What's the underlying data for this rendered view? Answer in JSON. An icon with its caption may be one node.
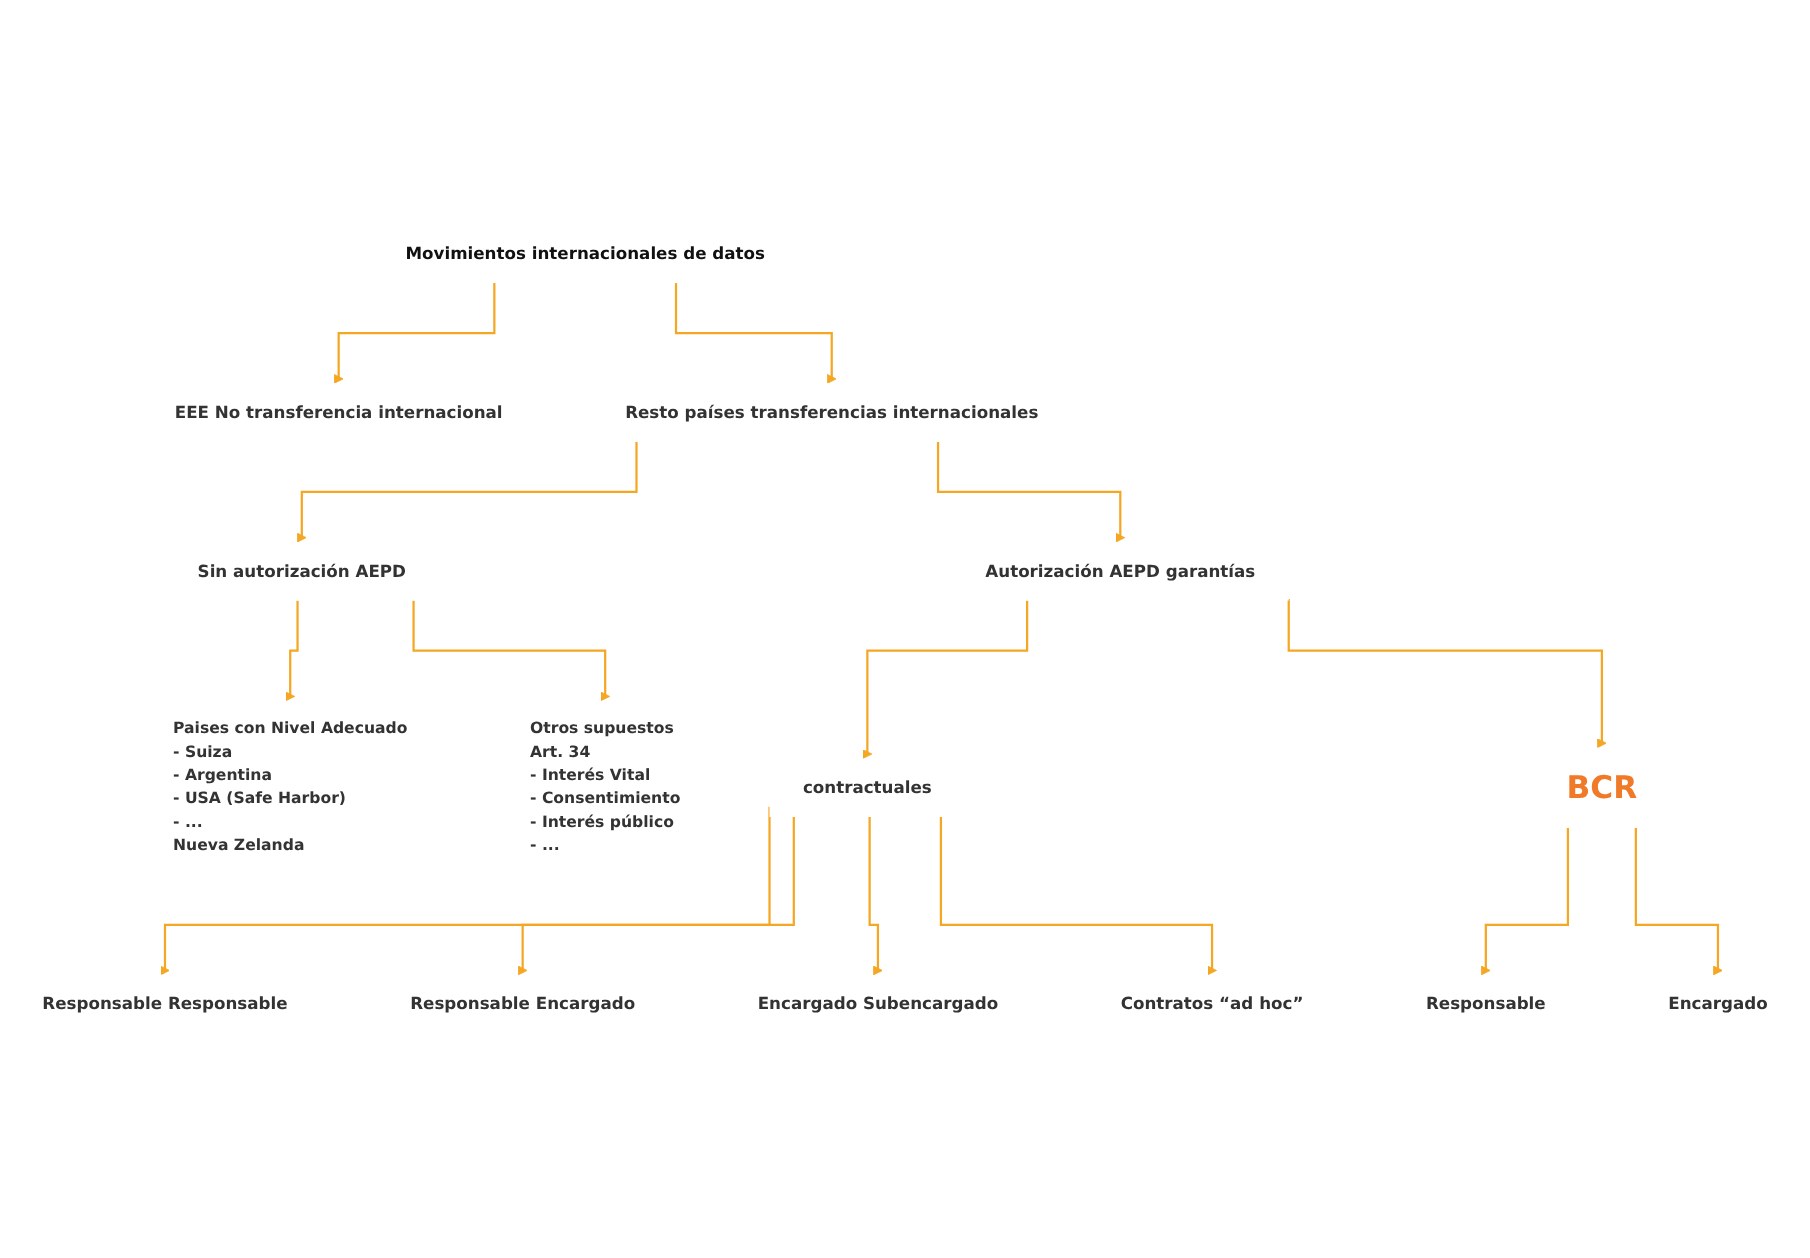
{
  "diagram": {
    "nodes": [
      {
        "text": [
          "Movimientos internacionales de datos"
        ]
      },
      {
        "text": [
          "EEE No transferencia internacional"
        ]
      },
      {
        "text": [
          "Resto países transferencias internacionales"
        ]
      },
      {
        "text": [
          "Sin autorización AEPD"
        ]
      },
      {
        "text": [
          "Autorización AEPD garantías"
        ]
      },
      {
        "text": [
          "Paises con Nivel Adecuado",
          "- Suiza",
          "- Argentina",
          "- USA (Safe Harbor)",
          "- ...",
          "Nueva Zelanda"
        ]
      },
      {
        "text": [
          "Otros supuestos",
          "Art. 34",
          "- Interés Vital",
          "- Consentimiento",
          "- Interés público",
          "- ..."
        ]
      },
      {
        "text": [
          "contractuales"
        ]
      },
      {
        "text": [
          "BCR"
        ]
      },
      {
        "text": [
          "Responsable Responsable"
        ]
      },
      {
        "text": [
          "Responsable Encargado"
        ]
      },
      {
        "text": [
          "Encargado Subencargado"
        ]
      },
      {
        "text": [
          "Contratos “ad hoc”"
        ]
      },
      {
        "text": [
          "Responsable"
        ]
      },
      {
        "text": [
          "Encargado"
        ]
      }
    ],
    "edges": [
      {
        "from": 0,
        "to": 1,
        "arrow": "to"
      },
      {
        "from": 0,
        "to": 2,
        "arrow": "to"
      },
      {
        "from": 2,
        "to": 3,
        "arrow": "to"
      },
      {
        "from": 2,
        "to": 4,
        "arrow": "to"
      },
      {
        "from": 3,
        "to": 5,
        "arrow": "to"
      },
      {
        "from": 3,
        "to": 6,
        "arrow": "to"
      },
      {
        "from": 4,
        "to": 7,
        "arrow": "to"
      },
      {
        "from": 4,
        "to": 8,
        "arrow": "to"
      },
      {
        "from": 7,
        "to": 9,
        "arrow": "to"
      },
      {
        "from": 7,
        "to": 10,
        "arrow": "to"
      },
      {
        "from": 7,
        "to": 11,
        "arrow": "to"
      },
      {
        "from": 7,
        "to": 12,
        "arrow": "to"
      },
      {
        "from": 8,
        "to": 13,
        "arrow": "to"
      },
      {
        "from": 8,
        "to": 14,
        "arrow": "to"
      }
    ]
  }
}
